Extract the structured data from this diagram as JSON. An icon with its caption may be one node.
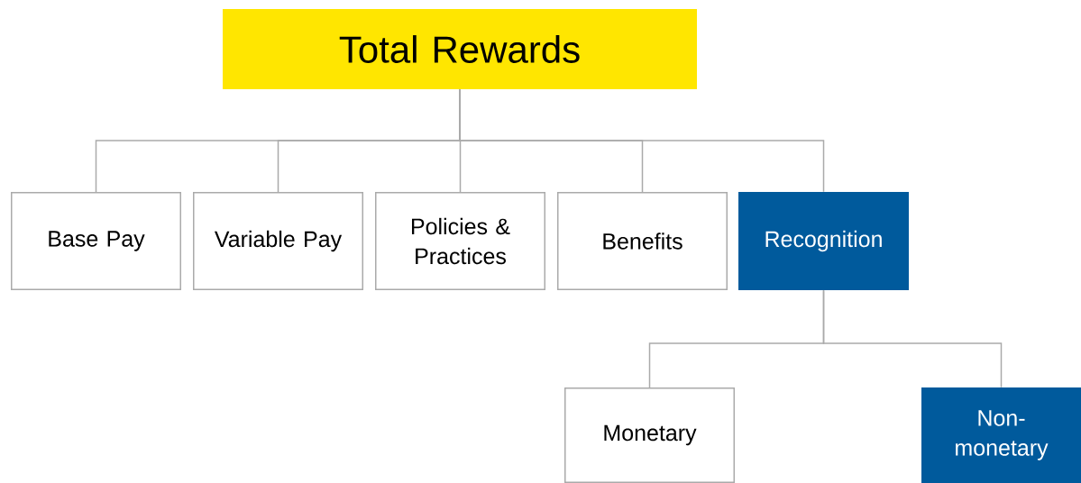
{
  "diagram": {
    "nodes": [
      {
        "text": [
          "Total Rewards"
        ]
      },
      {
        "text": [
          "Base Pay"
        ]
      },
      {
        "text": [
          "Variable Pay"
        ]
      },
      {
        "text": [
          "Policies & Practices"
        ]
      },
      {
        "text": [
          "Benefits"
        ]
      },
      {
        "text": [
          "Recognition"
        ]
      },
      {
        "text": [
          "Monetary"
        ]
      },
      {
        "text": [
          "Non-monetary"
        ]
      }
    ],
    "edges": [
      {
        "from": 0,
        "to": 1,
        "arrow": "none"
      },
      {
        "from": 0,
        "to": 2,
        "arrow": "none"
      },
      {
        "from": 0,
        "to": 3,
        "arrow": "none"
      },
      {
        "from": 0,
        "to": 4,
        "arrow": "none"
      },
      {
        "from": 0,
        "to": 5,
        "arrow": "none"
      },
      {
        "from": 5,
        "to": 6,
        "arrow": "none"
      },
      {
        "from": 5,
        "to": 7,
        "arrow": "none"
      }
    ]
  }
}
